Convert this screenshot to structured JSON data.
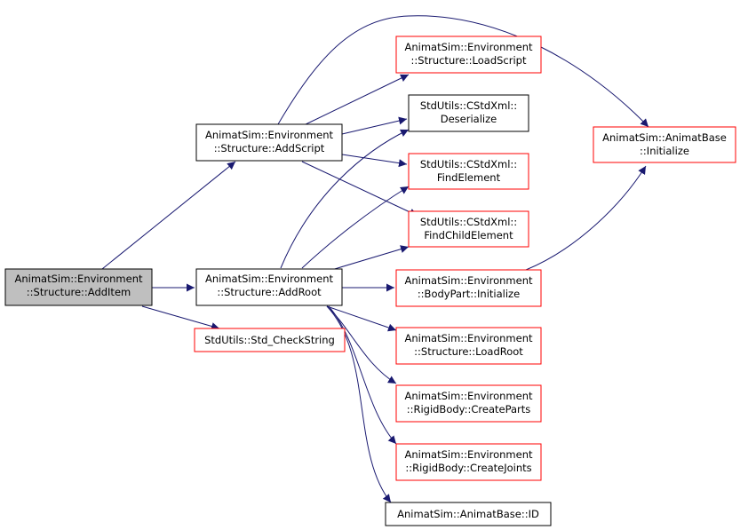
{
  "nodes": {
    "add_item": {
      "lines": [
        "AnimatSim::Environment",
        "::Structure::AddItem"
      ],
      "style": "focus"
    },
    "add_script": {
      "lines": [
        "AnimatSim::Environment",
        "::Structure::AddScript"
      ],
      "style": "normal"
    },
    "add_root": {
      "lines": [
        "AnimatSim::Environment",
        "::Structure::AddRoot"
      ],
      "style": "normal"
    },
    "std_check_string": {
      "lines": [
        "StdUtils::Std_CheckString"
      ],
      "style": "red"
    },
    "load_script": {
      "lines": [
        "AnimatSim::Environment",
        "::Structure::LoadScript"
      ],
      "style": "red"
    },
    "deserialize": {
      "lines": [
        "StdUtils::CStdXml::",
        "Deserialize"
      ],
      "style": "normal"
    },
    "find_element": {
      "lines": [
        "StdUtils::CStdXml::",
        "FindElement"
      ],
      "style": "red"
    },
    "find_child_element": {
      "lines": [
        "StdUtils::CStdXml::",
        "FindChildElement"
      ],
      "style": "red"
    },
    "bodypart_initialize": {
      "lines": [
        "AnimatSim::Environment",
        "::BodyPart::Initialize"
      ],
      "style": "red"
    },
    "load_root": {
      "lines": [
        "AnimatSim::Environment",
        "::Structure::LoadRoot"
      ],
      "style": "red"
    },
    "create_parts": {
      "lines": [
        "AnimatSim::Environment",
        "::RigidBody::CreateParts"
      ],
      "style": "red"
    },
    "create_joints": {
      "lines": [
        "AnimatSim::Environment",
        "::RigidBody::CreateJoints"
      ],
      "style": "red"
    },
    "animatbase_id": {
      "lines": [
        "AnimatSim::AnimatBase::ID"
      ],
      "style": "normal"
    },
    "animatbase_initialize": {
      "lines": [
        "AnimatSim::AnimatBase",
        "::Initialize"
      ],
      "style": "red"
    }
  },
  "edges": [
    [
      "add_item",
      "add_script"
    ],
    [
      "add_item",
      "add_root"
    ],
    [
      "add_item",
      "std_check_string"
    ],
    [
      "add_script",
      "animatbase_initialize"
    ],
    [
      "add_script",
      "load_script"
    ],
    [
      "add_script",
      "deserialize"
    ],
    [
      "add_script",
      "find_element"
    ],
    [
      "add_script",
      "find_child_element"
    ],
    [
      "add_root",
      "deserialize"
    ],
    [
      "add_root",
      "find_element"
    ],
    [
      "add_root",
      "find_child_element"
    ],
    [
      "add_root",
      "bodypart_initialize"
    ],
    [
      "add_root",
      "load_root"
    ],
    [
      "add_root",
      "create_parts"
    ],
    [
      "add_root",
      "create_joints"
    ],
    [
      "add_root",
      "animatbase_id"
    ],
    [
      "bodypart_initialize",
      "animatbase_initialize"
    ]
  ],
  "colors": {
    "edge": "#191970",
    "focus_fill": "#bfbfbf",
    "normal_border": "#000000",
    "red_border": "#ff0000",
    "background": "#ffffff"
  }
}
